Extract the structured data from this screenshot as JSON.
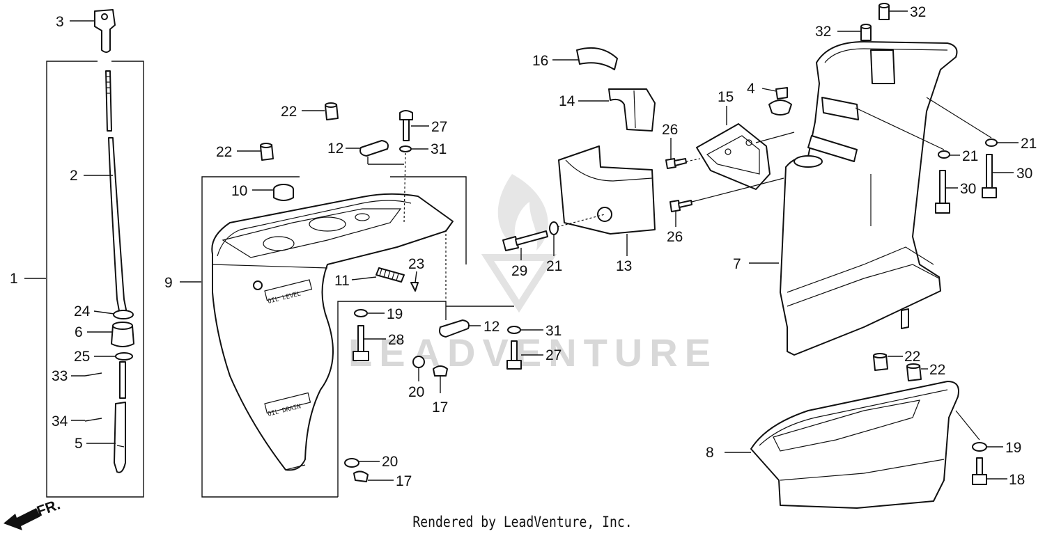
{
  "watermark": "LEADVENTURE",
  "footer": "Rendered by LeadVenture, Inc.",
  "direction_label": "FR.",
  "stamps": {
    "oil_level": "OIL LEVEL",
    "oil_drain": "OIL DRAIN"
  },
  "labels": [
    {
      "id": "l-3",
      "text": "3"
    },
    {
      "id": "l-1",
      "text": "1"
    },
    {
      "id": "l-2",
      "text": "2"
    },
    {
      "id": "l-24",
      "text": "24"
    },
    {
      "id": "l-6",
      "text": "6"
    },
    {
      "id": "l-25",
      "text": "25"
    },
    {
      "id": "l-33",
      "text": "33"
    },
    {
      "id": "l-34",
      "text": "34"
    },
    {
      "id": "l-5",
      "text": "5"
    },
    {
      "id": "l-9",
      "text": "9"
    },
    {
      "id": "l-10",
      "text": "10"
    },
    {
      "id": "l-22a",
      "text": "22"
    },
    {
      "id": "l-22b",
      "text": "22"
    },
    {
      "id": "l-27a",
      "text": "27"
    },
    {
      "id": "l-12a",
      "text": "12"
    },
    {
      "id": "l-31a",
      "text": "31"
    },
    {
      "id": "l-11",
      "text": "11"
    },
    {
      "id": "l-23",
      "text": "23"
    },
    {
      "id": "l-19a",
      "text": "19"
    },
    {
      "id": "l-28",
      "text": "28"
    },
    {
      "id": "l-12b",
      "text": "12"
    },
    {
      "id": "l-31b",
      "text": "31"
    },
    {
      "id": "l-27b",
      "text": "27"
    },
    {
      "id": "l-20a",
      "text": "20"
    },
    {
      "id": "l-17a",
      "text": "17"
    },
    {
      "id": "l-20b",
      "text": "20"
    },
    {
      "id": "l-17b",
      "text": "17"
    },
    {
      "id": "l-16",
      "text": "16"
    },
    {
      "id": "l-14",
      "text": "14"
    },
    {
      "id": "l-13",
      "text": "13"
    },
    {
      "id": "l-29",
      "text": "29"
    },
    {
      "id": "l-21a",
      "text": "21"
    },
    {
      "id": "l-4",
      "text": "4"
    },
    {
      "id": "l-15",
      "text": "15"
    },
    {
      "id": "l-26a",
      "text": "26"
    },
    {
      "id": "l-26b",
      "text": "26"
    },
    {
      "id": "l-32a",
      "text": "32"
    },
    {
      "id": "l-32b",
      "text": "32"
    },
    {
      "id": "l-7",
      "text": "7"
    },
    {
      "id": "l-21b",
      "text": "21"
    },
    {
      "id": "l-21c",
      "text": "21"
    },
    {
      "id": "l-30a",
      "text": "30"
    },
    {
      "id": "l-30b",
      "text": "30"
    },
    {
      "id": "l-22c",
      "text": "22"
    },
    {
      "id": "l-22d",
      "text": "22"
    },
    {
      "id": "l-8",
      "text": "8"
    },
    {
      "id": "l-19b",
      "text": "19"
    },
    {
      "id": "l-18",
      "text": "18"
    }
  ]
}
